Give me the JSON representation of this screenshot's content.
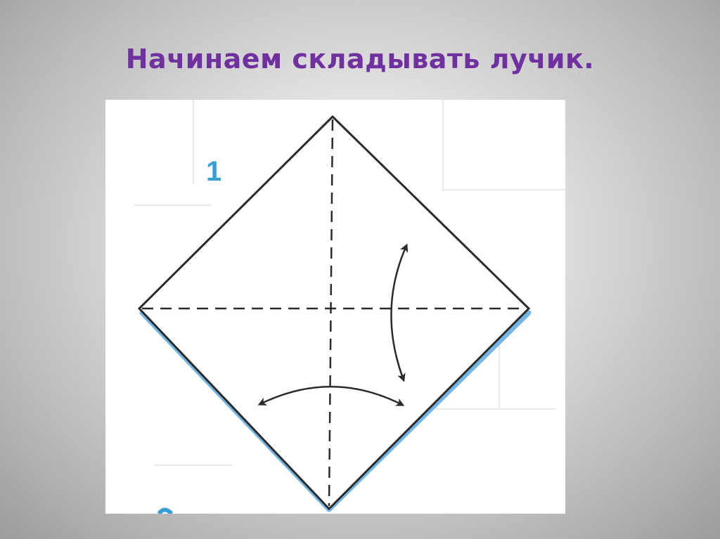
{
  "slide": {
    "title": "Начинаем складывать лучик."
  },
  "diagram": {
    "step_number": "1",
    "colors": {
      "title": "#7030a0",
      "step_number": "#35a0d6",
      "outline": "#2b2b2b",
      "shadow": "#5aa9e0",
      "paper": "#ffffff"
    },
    "elements": [
      "paper-square-diamond",
      "vertical-fold-line",
      "horizontal-fold-line",
      "fold-arrow-vertical",
      "fold-arrow-horizontal"
    ]
  }
}
